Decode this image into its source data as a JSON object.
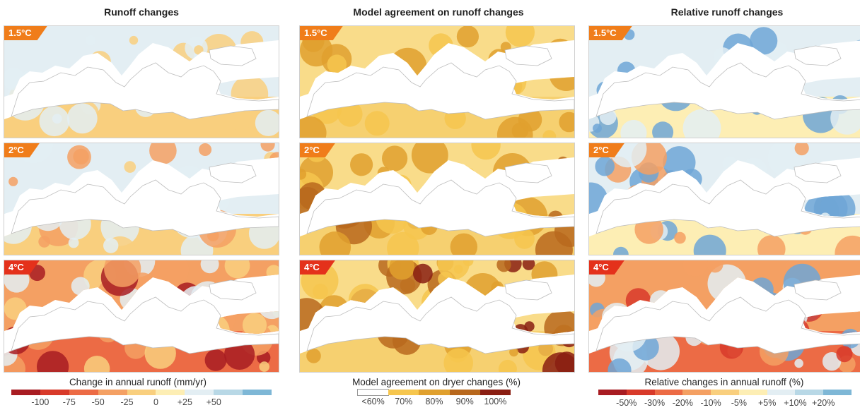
{
  "columns": [
    {
      "title": "Runoff changes"
    },
    {
      "title": "Model agreement on runoff changes"
    },
    {
      "title": "Relative runoff changes"
    }
  ],
  "rows": [
    {
      "label": "1.5°C",
      "badge_color": "#f07d1a"
    },
    {
      "label": "2°C",
      "badge_color": "#f07d1a"
    },
    {
      "label": "4°C",
      "badge_color": "#e4311b"
    }
  ],
  "legends": [
    {
      "title": "Change in annual runoff (mm/yr)",
      "ticks": [
        "-100",
        "-75",
        "-50",
        "-25",
        "0",
        "+25",
        "+50"
      ],
      "colors": [
        "#a81c22",
        "#d83a2a",
        "#ec6b45",
        "#f4a063",
        "#f9cf7e",
        "#fdeeb4",
        "#e3eef3",
        "#b8d8e6",
        "#7eb7d6"
      ]
    },
    {
      "title": "Model agreement on dryer changes (%)",
      "ticks": [
        "<60%",
        "70%",
        "80%",
        "90%",
        "100%"
      ],
      "colors": [
        "#ffffff",
        "#f6c64e",
        "#e0a02e",
        "#b8681d",
        "#8a1e12"
      ]
    },
    {
      "title": "Relative changes in annual runoff (%)",
      "ticks": [
        "-50%",
        "-30%",
        "-20%",
        "-10%",
        "-5%",
        "+5%",
        "+10%",
        "+20%"
      ],
      "colors": [
        "#a81c22",
        "#d83a2a",
        "#ec6b45",
        "#f4a063",
        "#f9cf7e",
        "#fdeeb4",
        "#e3eef3",
        "#b8d8e6",
        "#7eb7d6"
      ]
    }
  ],
  "colors": {
    "sea": "#ffffff",
    "coast": "#bdbdbd",
    "neutral_light": "#fdeeb4",
    "light_blue": "#e3eef3",
    "pale_orange": "#f9cf7e",
    "orange": "#f4a063",
    "dark_red": "#a81c22"
  }
}
